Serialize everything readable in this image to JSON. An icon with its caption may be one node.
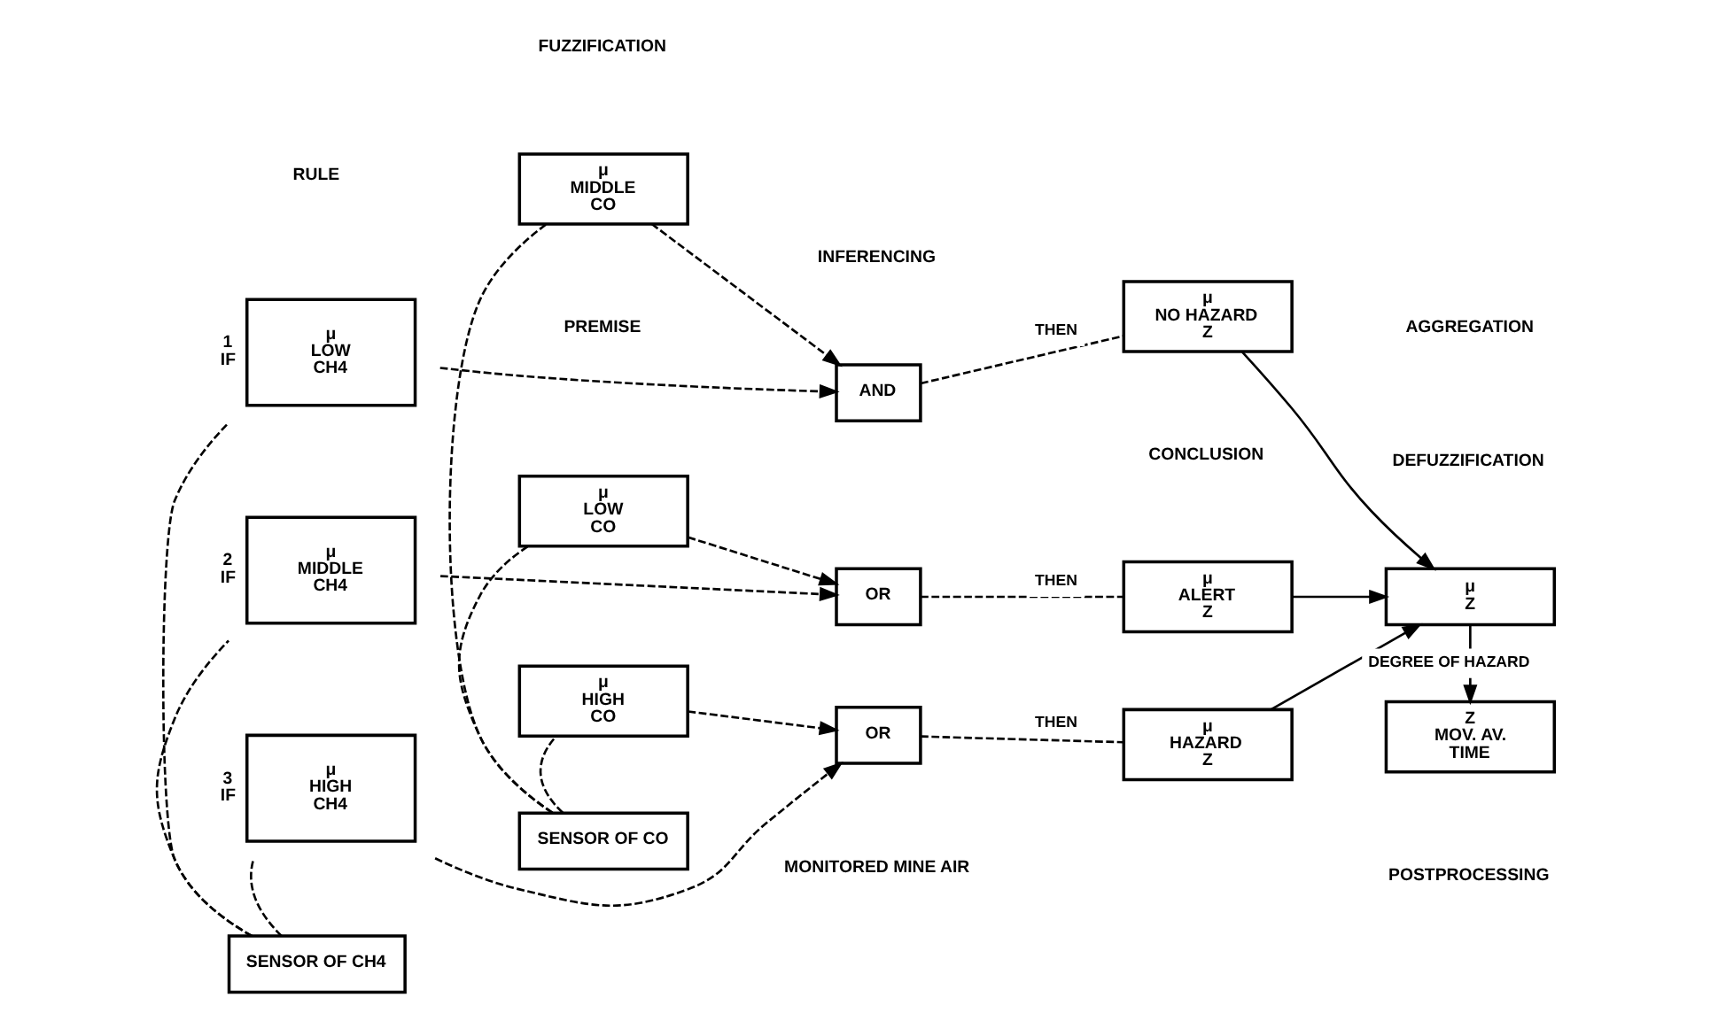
{
  "diagram": {
    "nodes": [
      {
        "text": [
          "μ",
          "LOW",
          "CH4"
        ],
        "beside": [
          "1",
          "IF"
        ]
      },
      {
        "text": [
          "μ",
          "MIDDLE",
          "CO"
        ]
      },
      {
        "text": [
          "AND"
        ]
      },
      {
        "text": [
          "μ",
          "NO HAZARD",
          "Z"
        ]
      },
      {
        "text": [
          "μ",
          "MIDDLE",
          "CH4"
        ],
        "beside": [
          "2",
          "IF"
        ]
      },
      {
        "text": [
          "μ",
          "LOW",
          "CO"
        ]
      },
      {
        "text": [
          "OR"
        ]
      },
      {
        "text": [
          "μ",
          "ALERT",
          "Z"
        ]
      },
      {
        "text": [
          "μ",
          "HIGH",
          "CH4"
        ],
        "beside": [
          "3",
          "IF"
        ]
      },
      {
        "text": [
          "μ",
          "HIGH",
          "CO"
        ]
      },
      {
        "text": [
          "OR"
        ]
      },
      {
        "text": [
          "μ",
          "HAZARD",
          "Z"
        ]
      },
      {
        "text": [
          "μ",
          "Z"
        ]
      },
      {
        "text": [
          "Z",
          "MOV. AV.",
          "TIME"
        ]
      },
      {
        "text": [
          "SENSOR OF CH4"
        ]
      },
      {
        "text": [
          "SENSOR OF CO"
        ]
      }
    ],
    "edges": [
      {
        "from": 14,
        "to": 0,
        "arrow": "none",
        "style": "dashed"
      },
      {
        "from": 14,
        "to": 4,
        "arrow": "none",
        "style": "dashed"
      },
      {
        "from": 14,
        "to": 8,
        "arrow": "none",
        "style": "dashed"
      },
      {
        "from": 15,
        "to": 1,
        "arrow": "none",
        "style": "dashed"
      },
      {
        "from": 15,
        "to": 5,
        "arrow": "none",
        "style": "dashed"
      },
      {
        "from": 15,
        "to": 9,
        "arrow": "none",
        "style": "dashed"
      },
      {
        "from": 0,
        "to": 2,
        "arrow": "to",
        "style": "dashed"
      },
      {
        "from": 1,
        "to": 2,
        "arrow": "to",
        "style": "dashed"
      },
      {
        "from": 4,
        "to": 6,
        "arrow": "to",
        "style": "dashed"
      },
      {
        "from": 5,
        "to": 6,
        "arrow": "to",
        "style": "dashed"
      },
      {
        "from": 8,
        "to": 10,
        "arrow": "to",
        "style": "dashed"
      },
      {
        "from": 9,
        "to": 10,
        "arrow": "to",
        "style": "dashed"
      },
      {
        "from": 2,
        "to": 3,
        "arrow": "none",
        "label": "THEN",
        "style": "dashed"
      },
      {
        "from": 6,
        "to": 7,
        "arrow": "none",
        "label": "THEN",
        "style": "dashed"
      },
      {
        "from": 10,
        "to": 11,
        "arrow": "none",
        "label": "THEN",
        "style": "dashed"
      },
      {
        "from": 3,
        "to": 12,
        "arrow": "to"
      },
      {
        "from": 7,
        "to": 12,
        "arrow": "to"
      },
      {
        "from": 11,
        "to": 12,
        "arrow": "to"
      },
      {
        "from": 12,
        "to": 13,
        "arrow": "to",
        "label": "DEGREE OF HAZARD"
      }
    ],
    "labels": [
      "RULE",
      "FUZZIFICATION",
      "INFERENCING",
      "AGGREGATION",
      "PREMISE",
      "CONCLUSION",
      "DEFUZZIFICATION",
      "POSTPROCESSING",
      "MONITORED MINE AIR"
    ]
  }
}
